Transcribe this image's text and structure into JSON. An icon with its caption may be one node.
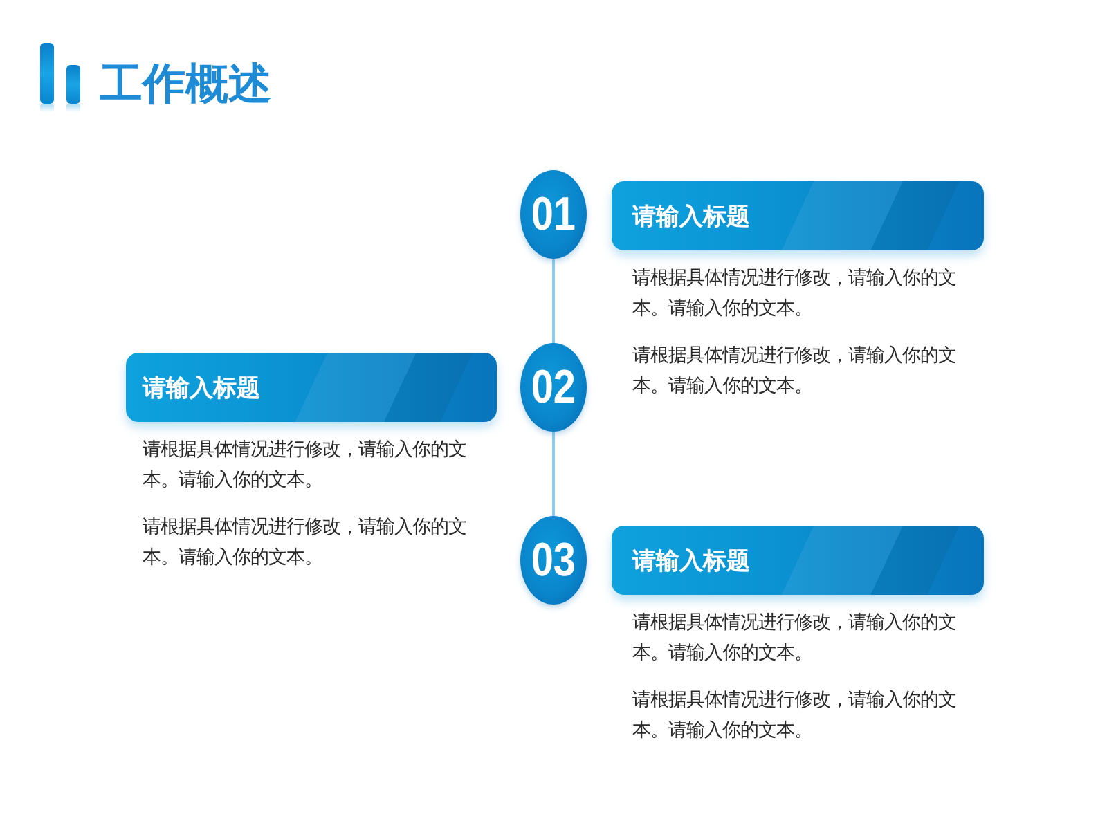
{
  "diagram": {
    "title": "工作概述",
    "nodes": [
      {
        "text": [
          "01"
        ]
      },
      {
        "text": [
          "请输入标题"
        ],
        "beside": [
          "请根据具体情况进行修改，请输入你的文本。请输入你的文本。",
          "请根据具体情况进行修改，请输入你的文本。请输入你的文本。"
        ]
      },
      {
        "text": [
          "请输入标题"
        ],
        "beside": [
          "请根据具体情况进行修改，请输入你的文本。请输入你的文本。",
          "请根据具体情况进行修改，请输入你的文本。请输入你的文本。"
        ]
      },
      {
        "text": [
          "02"
        ]
      },
      {
        "text": [
          "03"
        ]
      },
      {
        "text": [
          "请输入标题"
        ],
        "beside": [
          "请根据具体情况进行修改，请输入你的文本。请输入你的文本。",
          "请根据具体情况进行修改，请输入你的文本。请输入你的文本。"
        ]
      }
    ],
    "edges": [
      {
        "from": 0,
        "to": 3,
        "arrow": "none"
      },
      {
        "from": 3,
        "to": 4,
        "arrow": "none"
      }
    ]
  }
}
